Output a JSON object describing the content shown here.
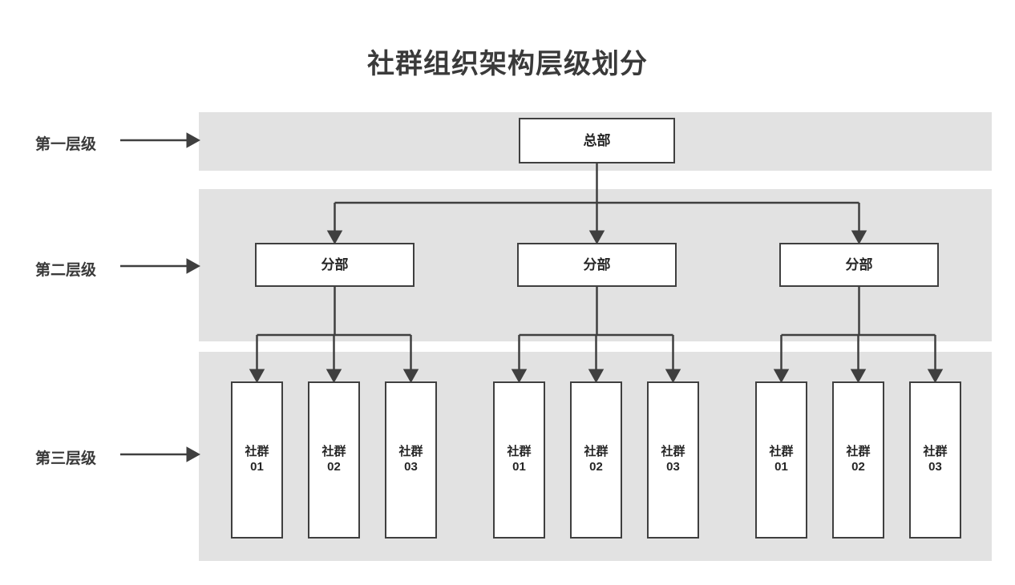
{
  "title": "社群组织架构层级划分",
  "colors": {
    "band": "#e2e2e2",
    "box_border": "#3f3f3f",
    "box_fill": "#ffffff",
    "text": "#262626",
    "title_text": "#3a3a3a",
    "connector": "#3f3f3f",
    "page_background": "#ffffff"
  },
  "levels": [
    {
      "label": "第一层级"
    },
    {
      "label": "第二层级"
    },
    {
      "label": "第三层级"
    }
  ],
  "chart_data": {
    "type": "diagram",
    "title": "社群组织架构层级划分",
    "layout": "top-down organizational hierarchy with 3 horizontal level bands",
    "nodes": {
      "level1": [
        {
          "label": "总部"
        }
      ],
      "level2": [
        {
          "label": "分部"
        },
        {
          "label": "分部"
        },
        {
          "label": "分部"
        }
      ],
      "level3": [
        {
          "line1": "社群",
          "line2": "01"
        },
        {
          "line1": "社群",
          "line2": "02"
        },
        {
          "line1": "社群",
          "line2": "03"
        },
        {
          "line1": "社群",
          "line2": "01"
        },
        {
          "line1": "社群",
          "line2": "02"
        },
        {
          "line1": "社群",
          "line2": "03"
        },
        {
          "line1": "社群",
          "line2": "01"
        },
        {
          "line1": "社群",
          "line2": "02"
        },
        {
          "line1": "社群",
          "line2": "03"
        }
      ]
    },
    "edges": "总部 → 3 × 分部; each 分部 → 3 × 社群 (01, 02, 03)"
  },
  "hq": {
    "label": "总部"
  },
  "branches": [
    {
      "label": "分部"
    },
    {
      "label": "分部"
    },
    {
      "label": "分部"
    }
  ],
  "leaves": [
    {
      "text": "社群\n01"
    },
    {
      "text": "社群\n02"
    },
    {
      "text": "社群\n03"
    },
    {
      "text": "社群\n01"
    },
    {
      "text": "社群\n02"
    },
    {
      "text": "社群\n03"
    },
    {
      "text": "社群\n01"
    },
    {
      "text": "社群\n02"
    },
    {
      "text": "社群\n03"
    }
  ]
}
